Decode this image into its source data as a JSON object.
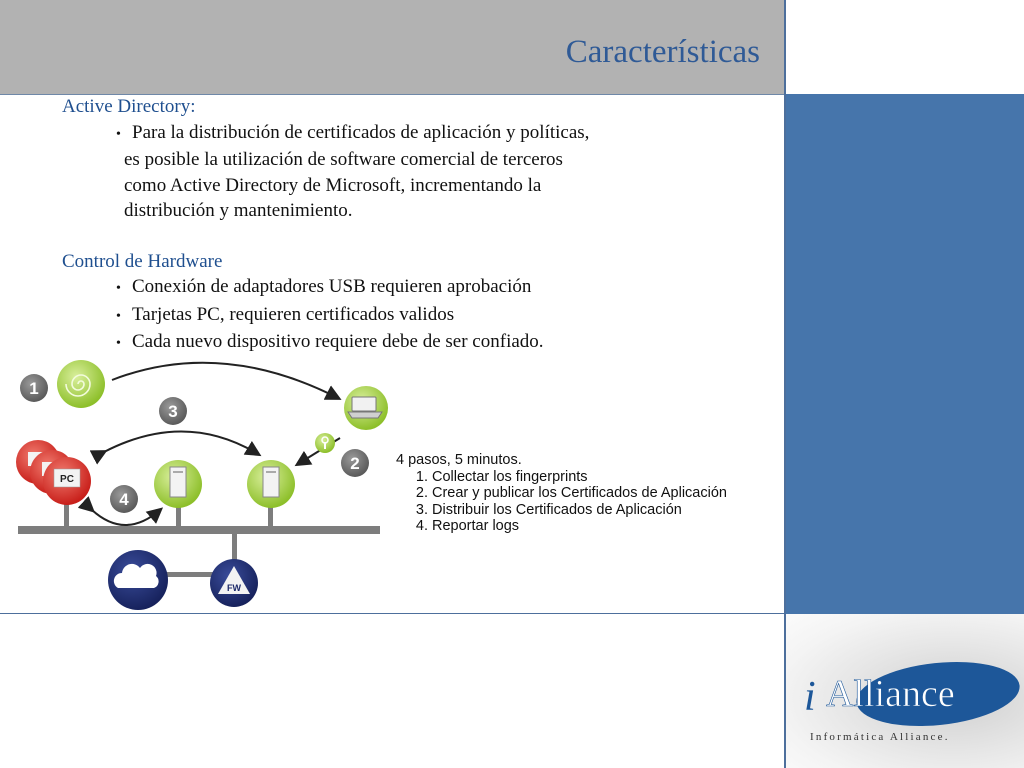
{
  "header": {
    "title": "Características"
  },
  "sections": [
    {
      "heading": "Active Directory:",
      "bullets": [
        {
          "lines": [
            "Para la distribución de certificados de aplicación y políticas,",
            "es posible la utilización de software comercial de terceros",
            "como Active Directory de Microsoft, incrementando la",
            "distribución y mantenimiento."
          ]
        }
      ]
    },
    {
      "heading": "Control de Hardware",
      "bullets": [
        {
          "lines": [
            "Conexión de adaptadores USB requieren aprobación"
          ]
        },
        {
          "lines": [
            "Tarjetas PC, requieren certificados validos"
          ]
        },
        {
          "lines": [
            "Cada nuevo dispositivo requiere debe de ser confiado."
          ]
        }
      ]
    }
  ],
  "diagram": {
    "step_numbers": [
      "1",
      "2",
      "3",
      "4"
    ],
    "node_labels": {
      "pc": "PC",
      "firewall": "FW"
    },
    "steps_title": "4 pasos, 5 minutos.",
    "steps": [
      "Collectar los fingerprints",
      "Crear y publicar los Certificados de Aplicación",
      "Distribuir los Certificados de Aplicación",
      "Reportar logs"
    ]
  },
  "logo": {
    "brand_i": "i",
    "brand_word": "Alliance",
    "tagline": "Informática  Alliance."
  },
  "colors": {
    "title_bar": "#b2b2b2",
    "accent_blue": "#4675ab",
    "heading": "#1f4f8f",
    "node_green": "#9ecb3a",
    "node_red": "#d8322c",
    "cloud_navy": "#1d2a6a"
  }
}
